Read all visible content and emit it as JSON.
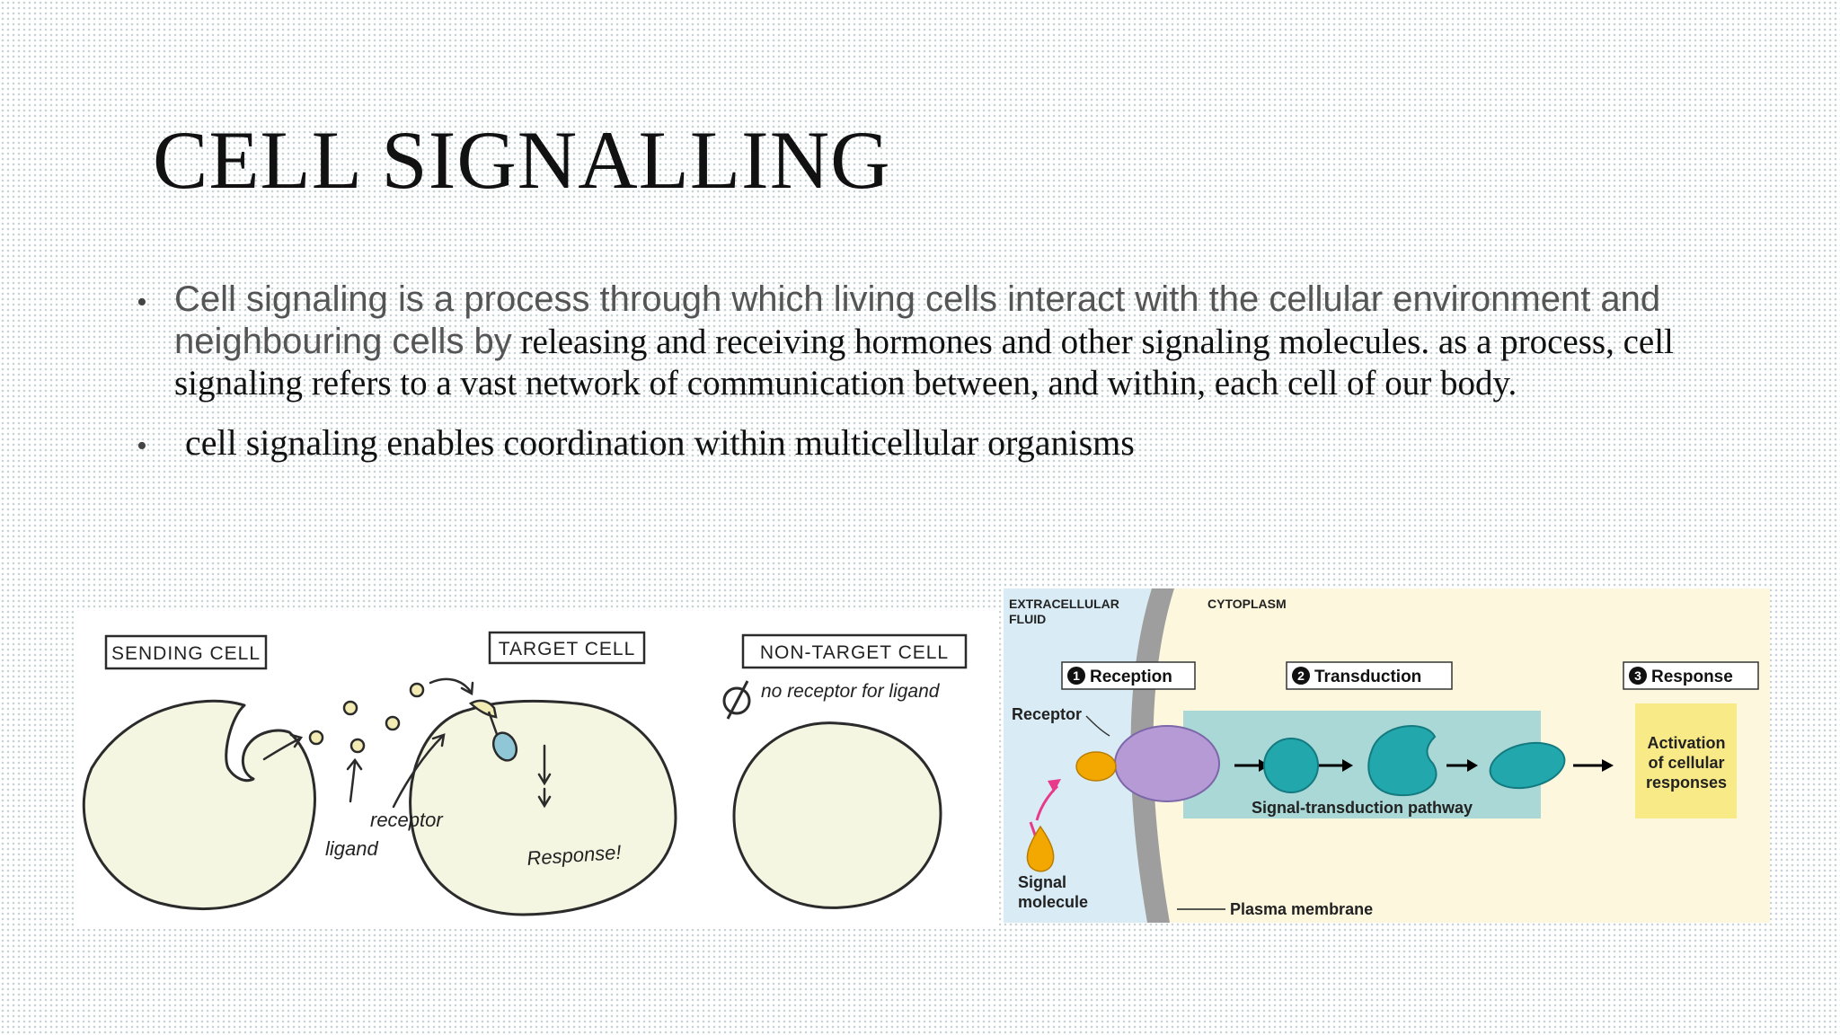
{
  "slide": {
    "title": "CELL SIGNALLING",
    "bullets": [
      {
        "part1": "Cell signaling is a process through which living cells interact with the  cellular environment and neighbouring cells by",
        "part2": " releasing and receiving hormones and other signaling molecules. as a process, cell signaling refers to a vast network of communication between, and within, each cell of our body."
      },
      {
        "text": " cell signaling enables coordination within multicellular organisms"
      }
    ]
  },
  "left_diagram": {
    "sending_cell": "SENDING CELL",
    "target_cell": "TARGET CELL",
    "non_target_cell": "NON-TARGET CELL",
    "no_receptor": "no receptor for ligand",
    "receptor": "receptor",
    "ligand": "ligand",
    "response": "Response!"
  },
  "right_diagram": {
    "extracellular_line1": "EXTRACELLULAR",
    "extracellular_line2": "FLUID",
    "cytoplasm": "CYTOPLASM",
    "step1_num": "1",
    "step1": "Reception",
    "step2_num": "2",
    "step2": "Transduction",
    "step3_num": "3",
    "step3": "Response",
    "receptor": "Receptor",
    "pathway": "Signal-transduction pathway",
    "activation_line1": "Activation",
    "activation_line2": "of cellular",
    "activation_line3": "responses",
    "signal_line1": "Signal",
    "signal_line2": "molecule",
    "plasma_membrane": "Plasma membrane"
  }
}
